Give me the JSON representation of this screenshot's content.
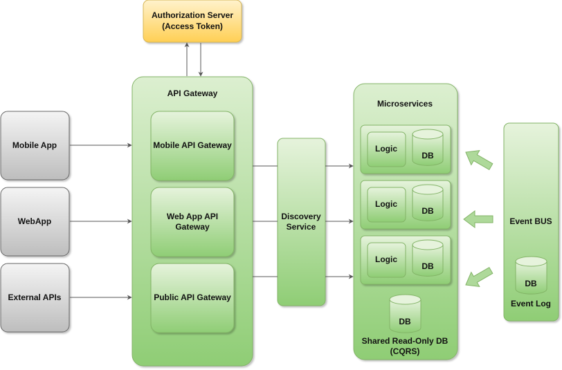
{
  "colors": {
    "green_light": "#e6f3dc",
    "green_dark": "#8fcd75",
    "green_stroke": "#82b366",
    "gray_light": "#f4f4f4",
    "gray_dark": "#bdbdbd",
    "gray_stroke": "#666666",
    "yellow_light": "#fff2cc",
    "yellow_dark": "#ffcf54",
    "yellow_stroke": "#d6b656",
    "arrow_green": "#aed99a"
  },
  "auth_server": {
    "line1": "Authorization Server",
    "line2": "(Access Token)"
  },
  "clients": {
    "mobile": "Mobile App",
    "web": "WebApp",
    "external": "External APIs"
  },
  "api_gateway": {
    "title": "API Gateway",
    "mobile": "Mobile API Gateway",
    "web_line1": "Web App API",
    "web_line2": "Gateway",
    "public": "Public API Gateway"
  },
  "discovery": {
    "line1": "Discovery",
    "line2": "Service"
  },
  "microservices": {
    "title": "Microservices",
    "services": [
      {
        "logic": "Logic",
        "db": "DB"
      },
      {
        "logic": "Logic",
        "db": "DB"
      },
      {
        "logic": "Logic",
        "db": "DB"
      }
    ],
    "shared_db": "DB",
    "shared_line1": "Shared Read-Only DB",
    "shared_line2": "(CQRS)"
  },
  "event_bus": {
    "title": "Event BUS",
    "db": "DB",
    "log": "Event Log"
  }
}
